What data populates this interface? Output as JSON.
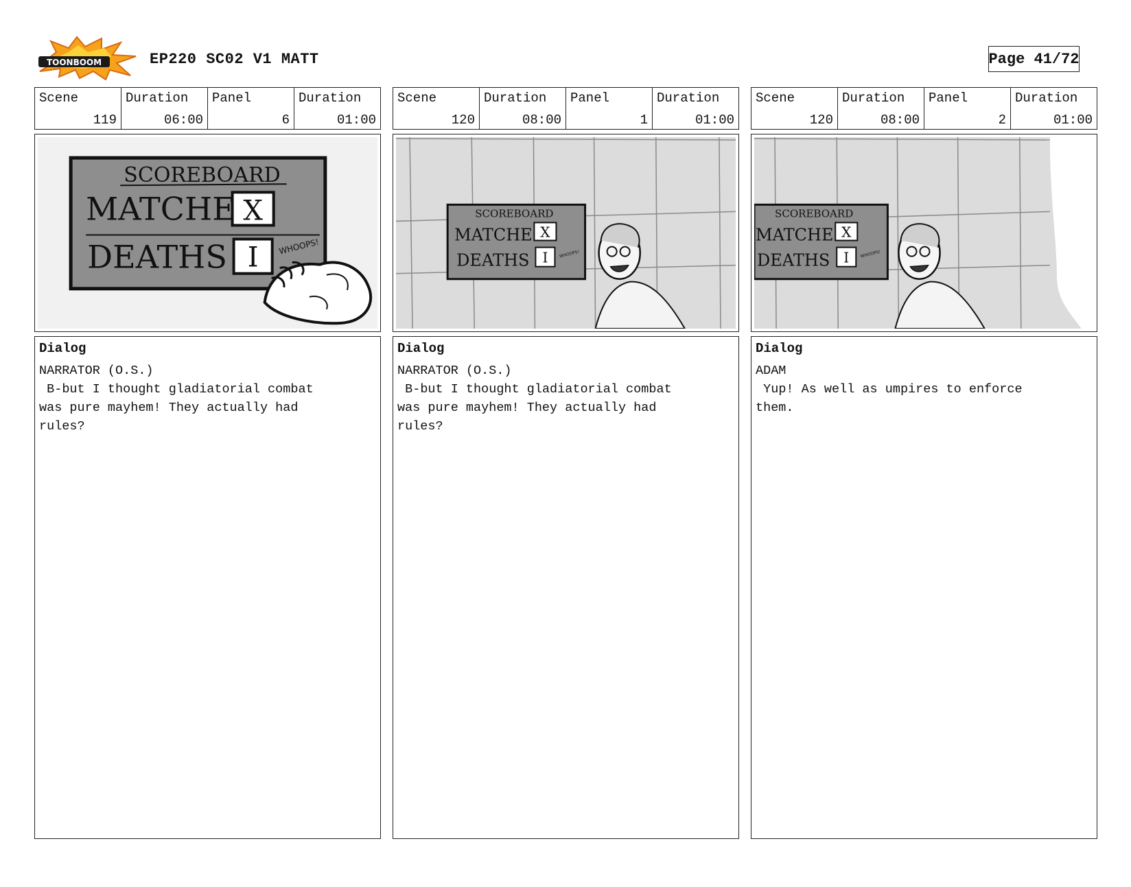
{
  "header": {
    "logo_text": "TOONBOOM",
    "title": "EP220 SC02 V1 MATT",
    "page": "Page 41/72"
  },
  "labels": {
    "scene": "Scene",
    "duration": "Duration",
    "panel": "Panel",
    "dialog": "Dialog"
  },
  "panels": [
    {
      "scene": "119",
      "scene_duration": "06:00",
      "panel": "6",
      "panel_duration": "01:00",
      "speaker": "NARRATOR (O.S.)",
      "dialog": " B-but I thought gladiatorial combat\nwas pure mayhem! They actually had\nrules?"
    },
    {
      "scene": "120",
      "scene_duration": "08:00",
      "panel": "1",
      "panel_duration": "01:00",
      "speaker": "NARRATOR (O.S.)",
      "dialog": " B-but I thought gladiatorial combat\nwas pure mayhem! They actually had\nrules?"
    },
    {
      "scene": "120",
      "scene_duration": "08:00",
      "panel": "2",
      "panel_duration": "01:00",
      "speaker": "ADAM",
      "dialog": " Yup! As well as umpires to enforce\nthem."
    }
  ],
  "sketch": {
    "scoreboard": "SCOREBOARD",
    "matches": "MATCHES",
    "deaths": "DEATHS",
    "mark_x": "X",
    "mark_i": "I",
    "whoops": "WHOOPS!"
  }
}
